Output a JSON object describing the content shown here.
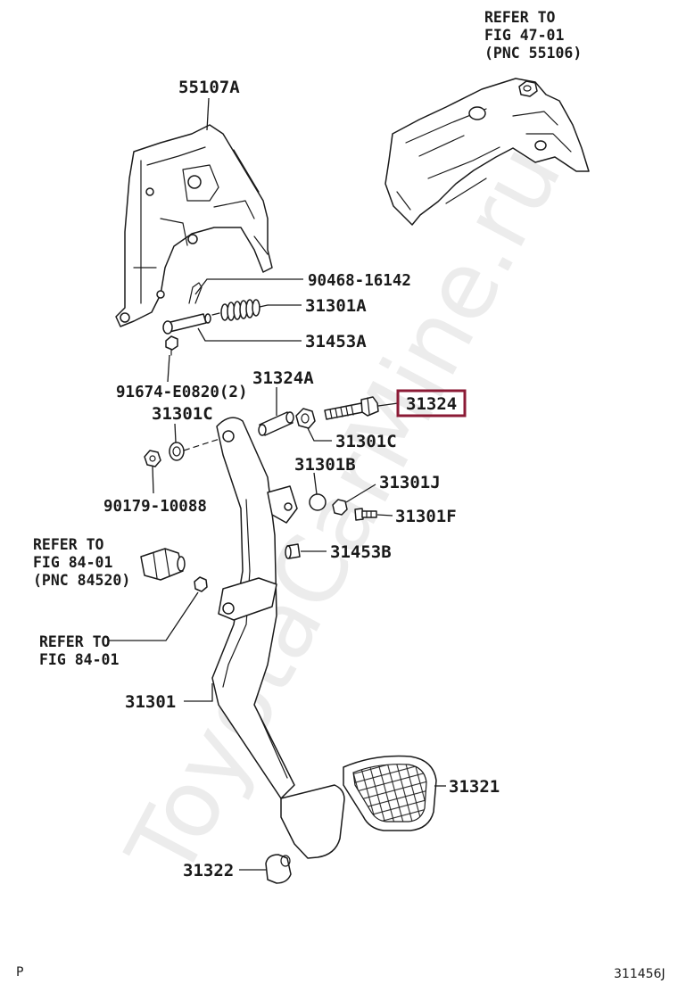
{
  "watermark": "ToyotaCarMine.ru",
  "colors": {
    "highlight": "#8b1a35",
    "line": "#1a1a1a",
    "watermark": "#ececec"
  },
  "refer_fig_47_01": {
    "line1": "REFER TO",
    "line2": "FIG 47-01",
    "line3": "(PNC 55106)"
  },
  "refer_fig_84_01_switch": {
    "line1": "REFER TO",
    "line2": "FIG 84-01",
    "line3": "(PNC 84520)"
  },
  "refer_fig_84_01": {
    "line1": "REFER TO",
    "line2": "FIG 84-01"
  },
  "callouts": {
    "p55107A": "55107A",
    "p90468_16142": "90468-16142",
    "p31301A": "31301A",
    "p31453A": "31453A",
    "p91674_E0820": "91674-E0820(2)",
    "p31324A": "31324A",
    "p31324": "31324",
    "p31301C_left": "31301C",
    "p31301C_right": "31301C",
    "p31301B": "31301B",
    "p31301J": "31301J",
    "p31301F": "31301F",
    "p90179_10088": "90179-10088",
    "p31453B": "31453B",
    "p31301": "31301",
    "p31321": "31321",
    "p31322": "31322"
  },
  "page_marker": "P",
  "figure_id": "311456J"
}
